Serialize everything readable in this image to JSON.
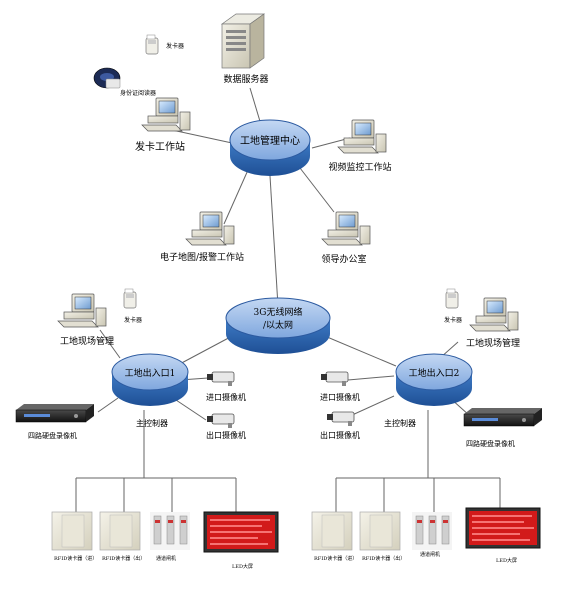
{
  "hubs": {
    "center": "工地管理中心",
    "network_line1": "3G无线网络",
    "network_line2": "/以太网",
    "left_entrance": "工地出入口1",
    "right_entrance": "工地出入口2"
  },
  "top": {
    "data_server": "数据服务器",
    "card_issuer": "发卡器",
    "id_reader": "身份证阅读器",
    "card_station": "发卡工作站",
    "video_station": "视频监控工作站",
    "map_station": "电子地图/报警工作站",
    "leader_office": "领导办公室"
  },
  "left": {
    "card_issuer": "发卡器",
    "site_mgmt": "工地现场管理",
    "dvr": "四路硬盘录像机",
    "entry_cam": "进口摄像机",
    "exit_cam": "出口摄像机",
    "controller": "主控制器",
    "rfid_in": "RFID读卡器（进）",
    "rfid_out": "RFID读卡器（出）",
    "gate": "通道闸机",
    "led": "LED大屏"
  },
  "right": {
    "card_issuer": "发卡器",
    "site_mgmt": "工地现场管理",
    "dvr": "四路硬盘录像机",
    "entry_cam": "进口摄像机",
    "exit_cam": "出口摄像机",
    "controller": "主控制器",
    "rfid_in": "RFID读卡器（进）",
    "rfid_out": "RFID读卡器（出）",
    "gate": "通道闸机",
    "led": "LED大屏"
  },
  "colors": {
    "hub_fill": "#2f6db7",
    "hub_top": "#8fb4e6",
    "line": "#666666",
    "led_red": "#d21a1a"
  }
}
